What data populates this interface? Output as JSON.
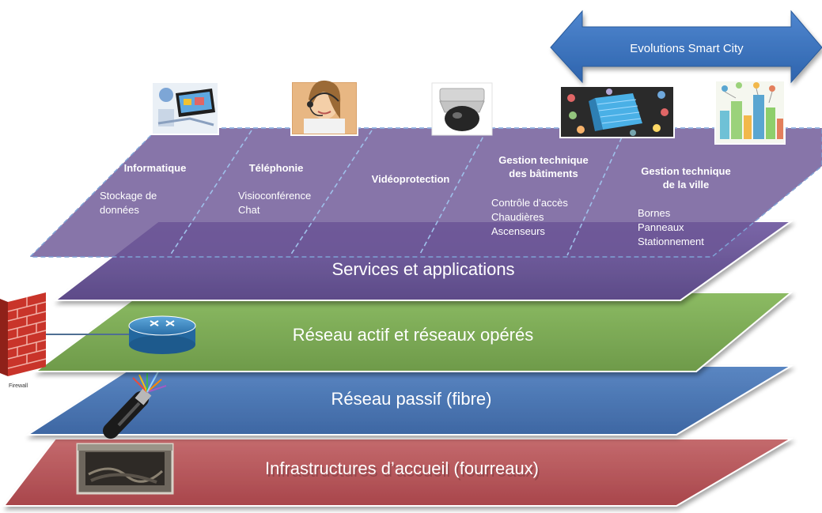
{
  "banner": {
    "label": "Evolutions Smart City"
  },
  "layers": [
    {
      "key": "services",
      "title": "Services et applications",
      "color": "#6e5a9b"
    },
    {
      "key": "active",
      "title": "Réseau actif et réseaux opérés",
      "color": "#7fac58"
    },
    {
      "key": "passive",
      "title": "Réseau passif (fibre)",
      "color": "#4a77b4"
    },
    {
      "key": "infra",
      "title": "Infrastructures d’accueil (fourreaux)",
      "color": "#b8555a"
    }
  ],
  "services": [
    {
      "title_lines": [
        "Informatique"
      ],
      "items": [
        "Stockage de",
        "données"
      ]
    },
    {
      "title_lines": [
        "Téléphonie"
      ],
      "items": [
        "Visioconférence",
        "Chat"
      ]
    },
    {
      "title_lines": [
        "Vidéoprotection"
      ],
      "items": []
    },
    {
      "title_lines": [
        "Gestion technique",
        "des bâtiments"
      ],
      "items": [
        "Contrôle d’accès",
        "Chaudières",
        "Ascenseurs"
      ]
    },
    {
      "title_lines": [
        "Gestion technique",
        "de la ville"
      ],
      "items": [
        "Bornes",
        "Panneaux",
        "Stationnement"
      ]
    }
  ],
  "firewall": {
    "label": "Firewall"
  },
  "icons": {
    "tablet": "tablet-photo-icon",
    "operator": "headset-operator-icon",
    "camera": "dome-camera-icon",
    "building": "smart-building-icon",
    "city": "smart-city-icon",
    "router": "router-icon",
    "firewall": "firewall-brick-icon",
    "fiber": "fiber-cable-icon",
    "duct": "duct-manhole-icon"
  }
}
